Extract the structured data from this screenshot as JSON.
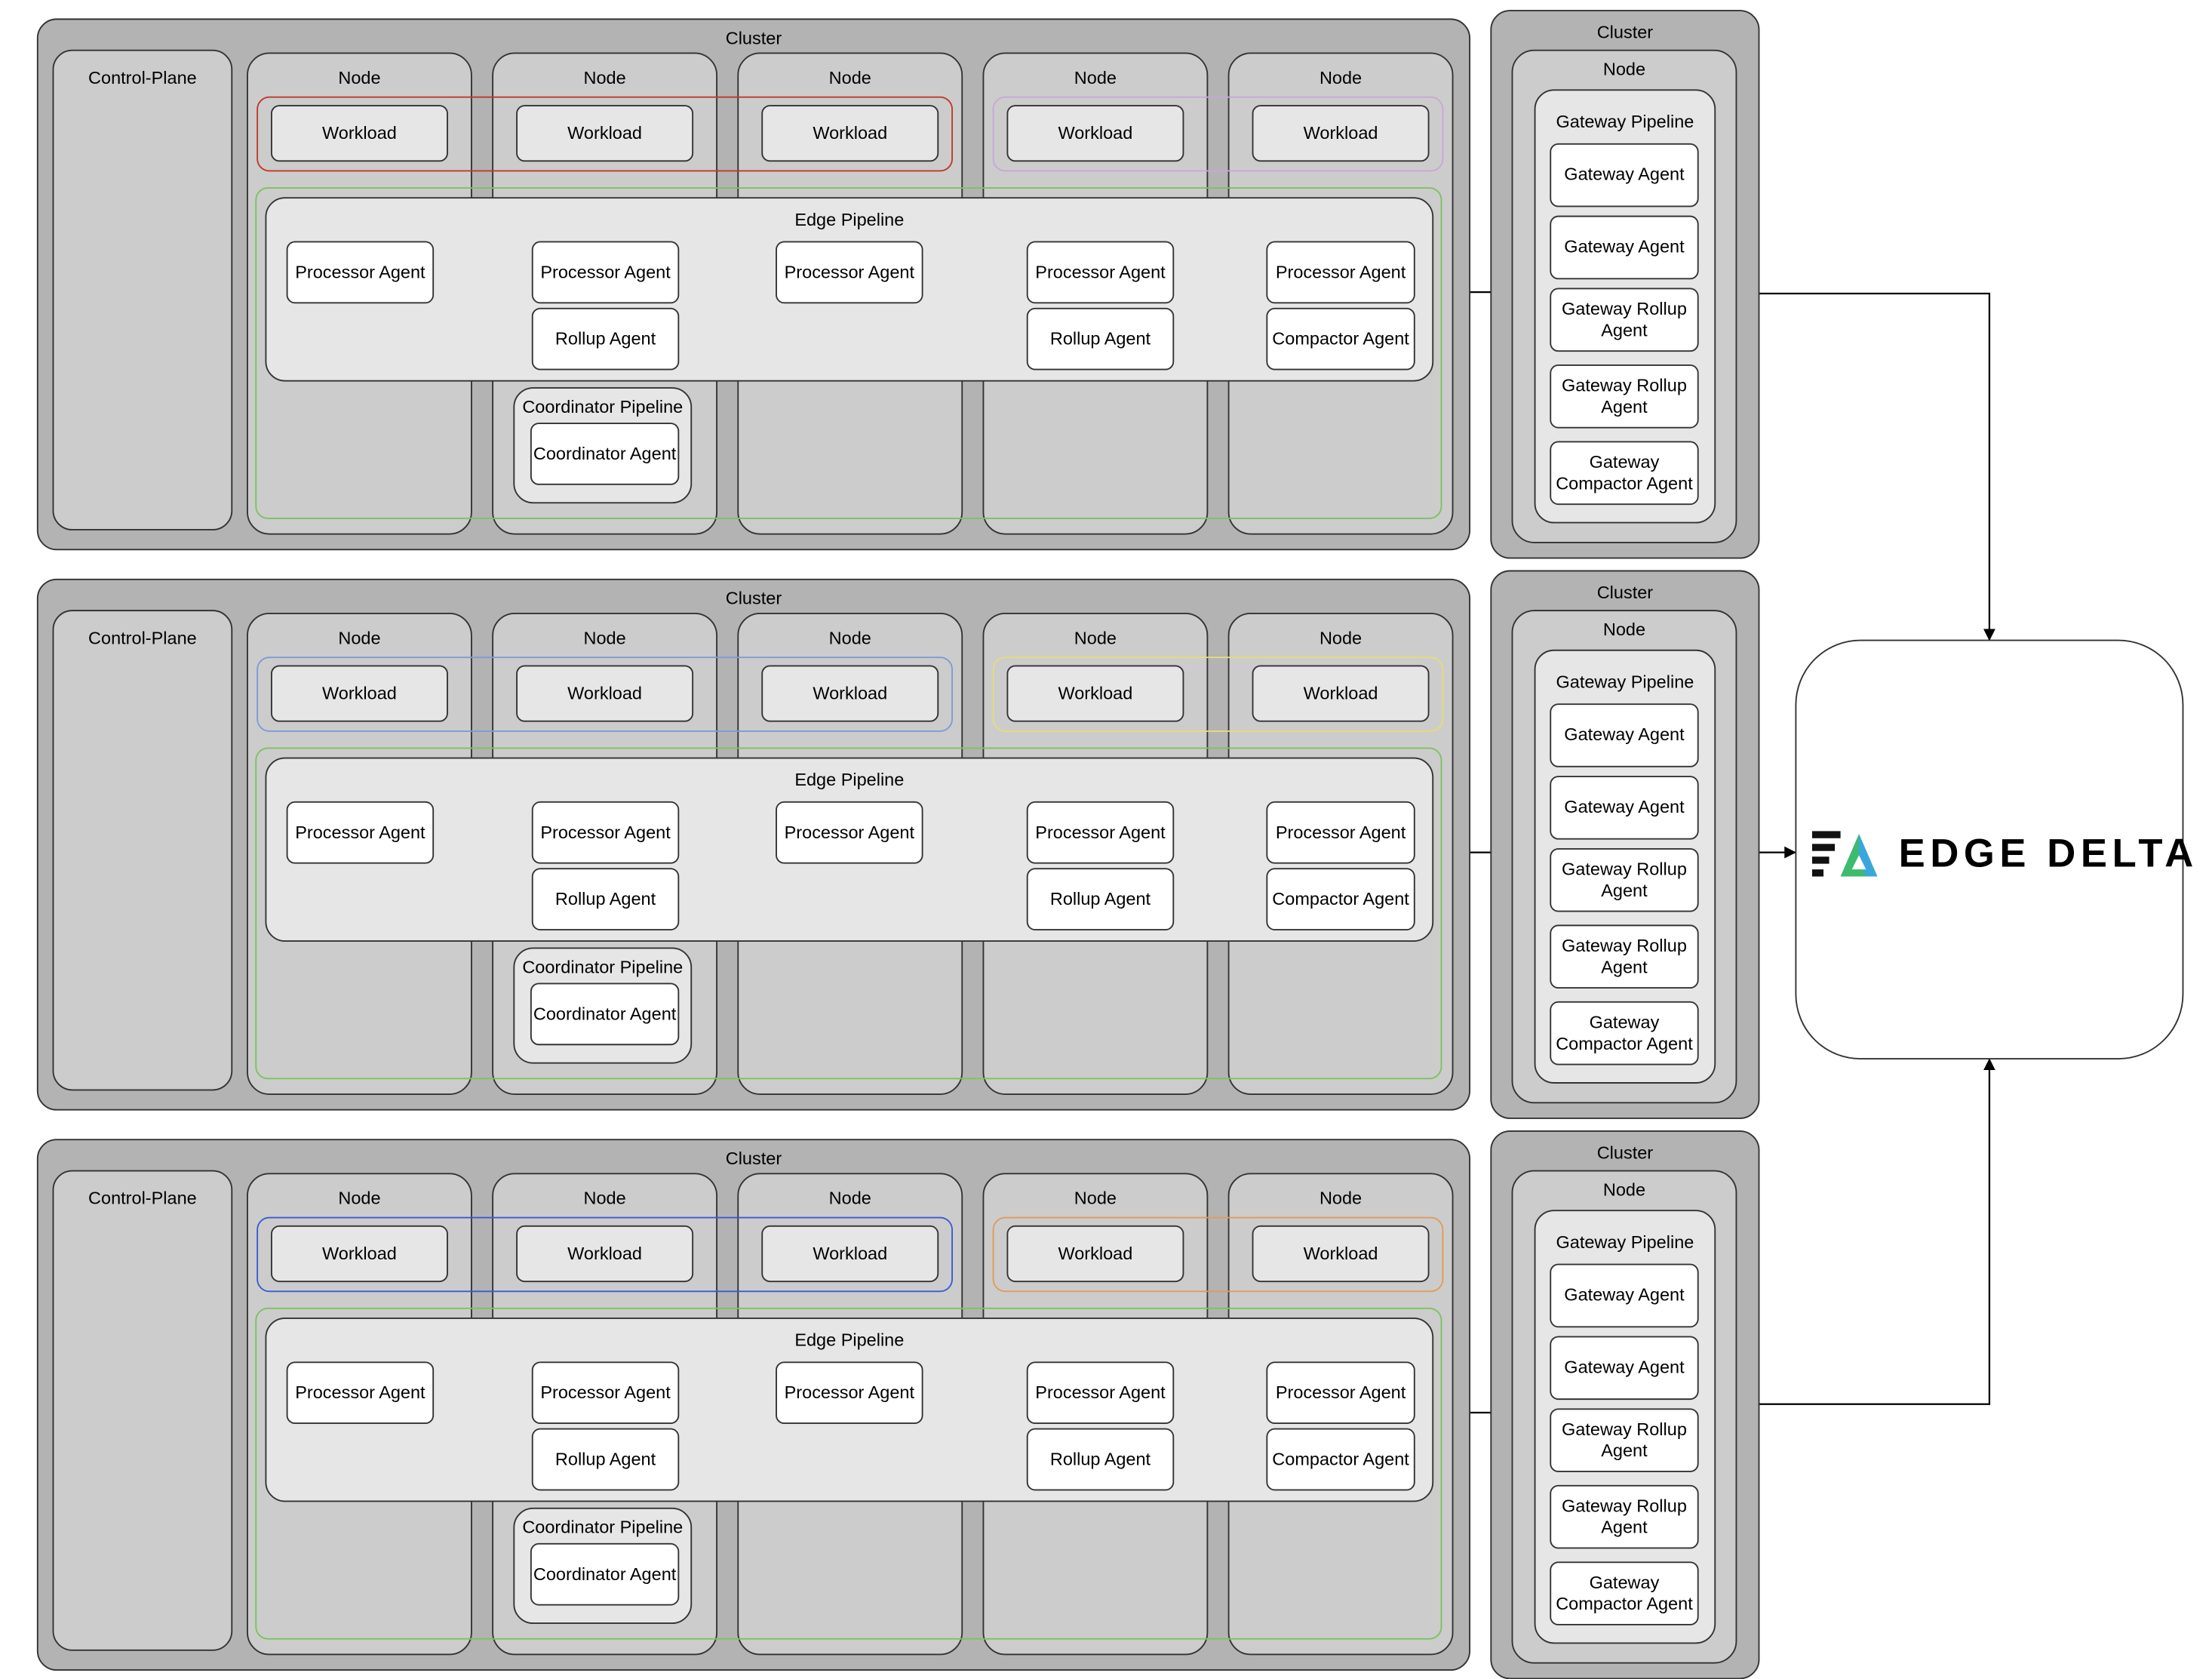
{
  "labels": {
    "cluster": "Cluster",
    "control_plane": "Control-Plane",
    "node": "Node",
    "workload": "Workload",
    "edge_pipeline": "Edge Pipeline",
    "processor_agent": "Processor Agent",
    "rollup_agent": "Rollup Agent",
    "compactor_agent": "Compactor Agent",
    "coordinator_pipeline": "Coordinator Pipeline",
    "coordinator_agent": "Coordinator Agent",
    "gateway_pipeline": "Gateway Pipeline",
    "gateway_agent": "Gateway Agent",
    "gateway_rollup_agent": "Gateway Rollup Agent",
    "gateway_compactor_agent": "Gateway Compactor Agent"
  },
  "logo": {
    "text": "EDGE DELTA",
    "colors": {
      "stripes": "#111111",
      "green": "#3dbb6e",
      "blue": "#3aa6de"
    }
  },
  "colors": {
    "edge_group": "#7cc35f",
    "workload_groups": [
      [
        "#c0392b",
        "#c9a7d6"
      ],
      [
        "#7e9bd6",
        "#e6dc7a"
      ],
      [
        "#3a5bd0",
        "#e39a58"
      ]
    ]
  }
}
